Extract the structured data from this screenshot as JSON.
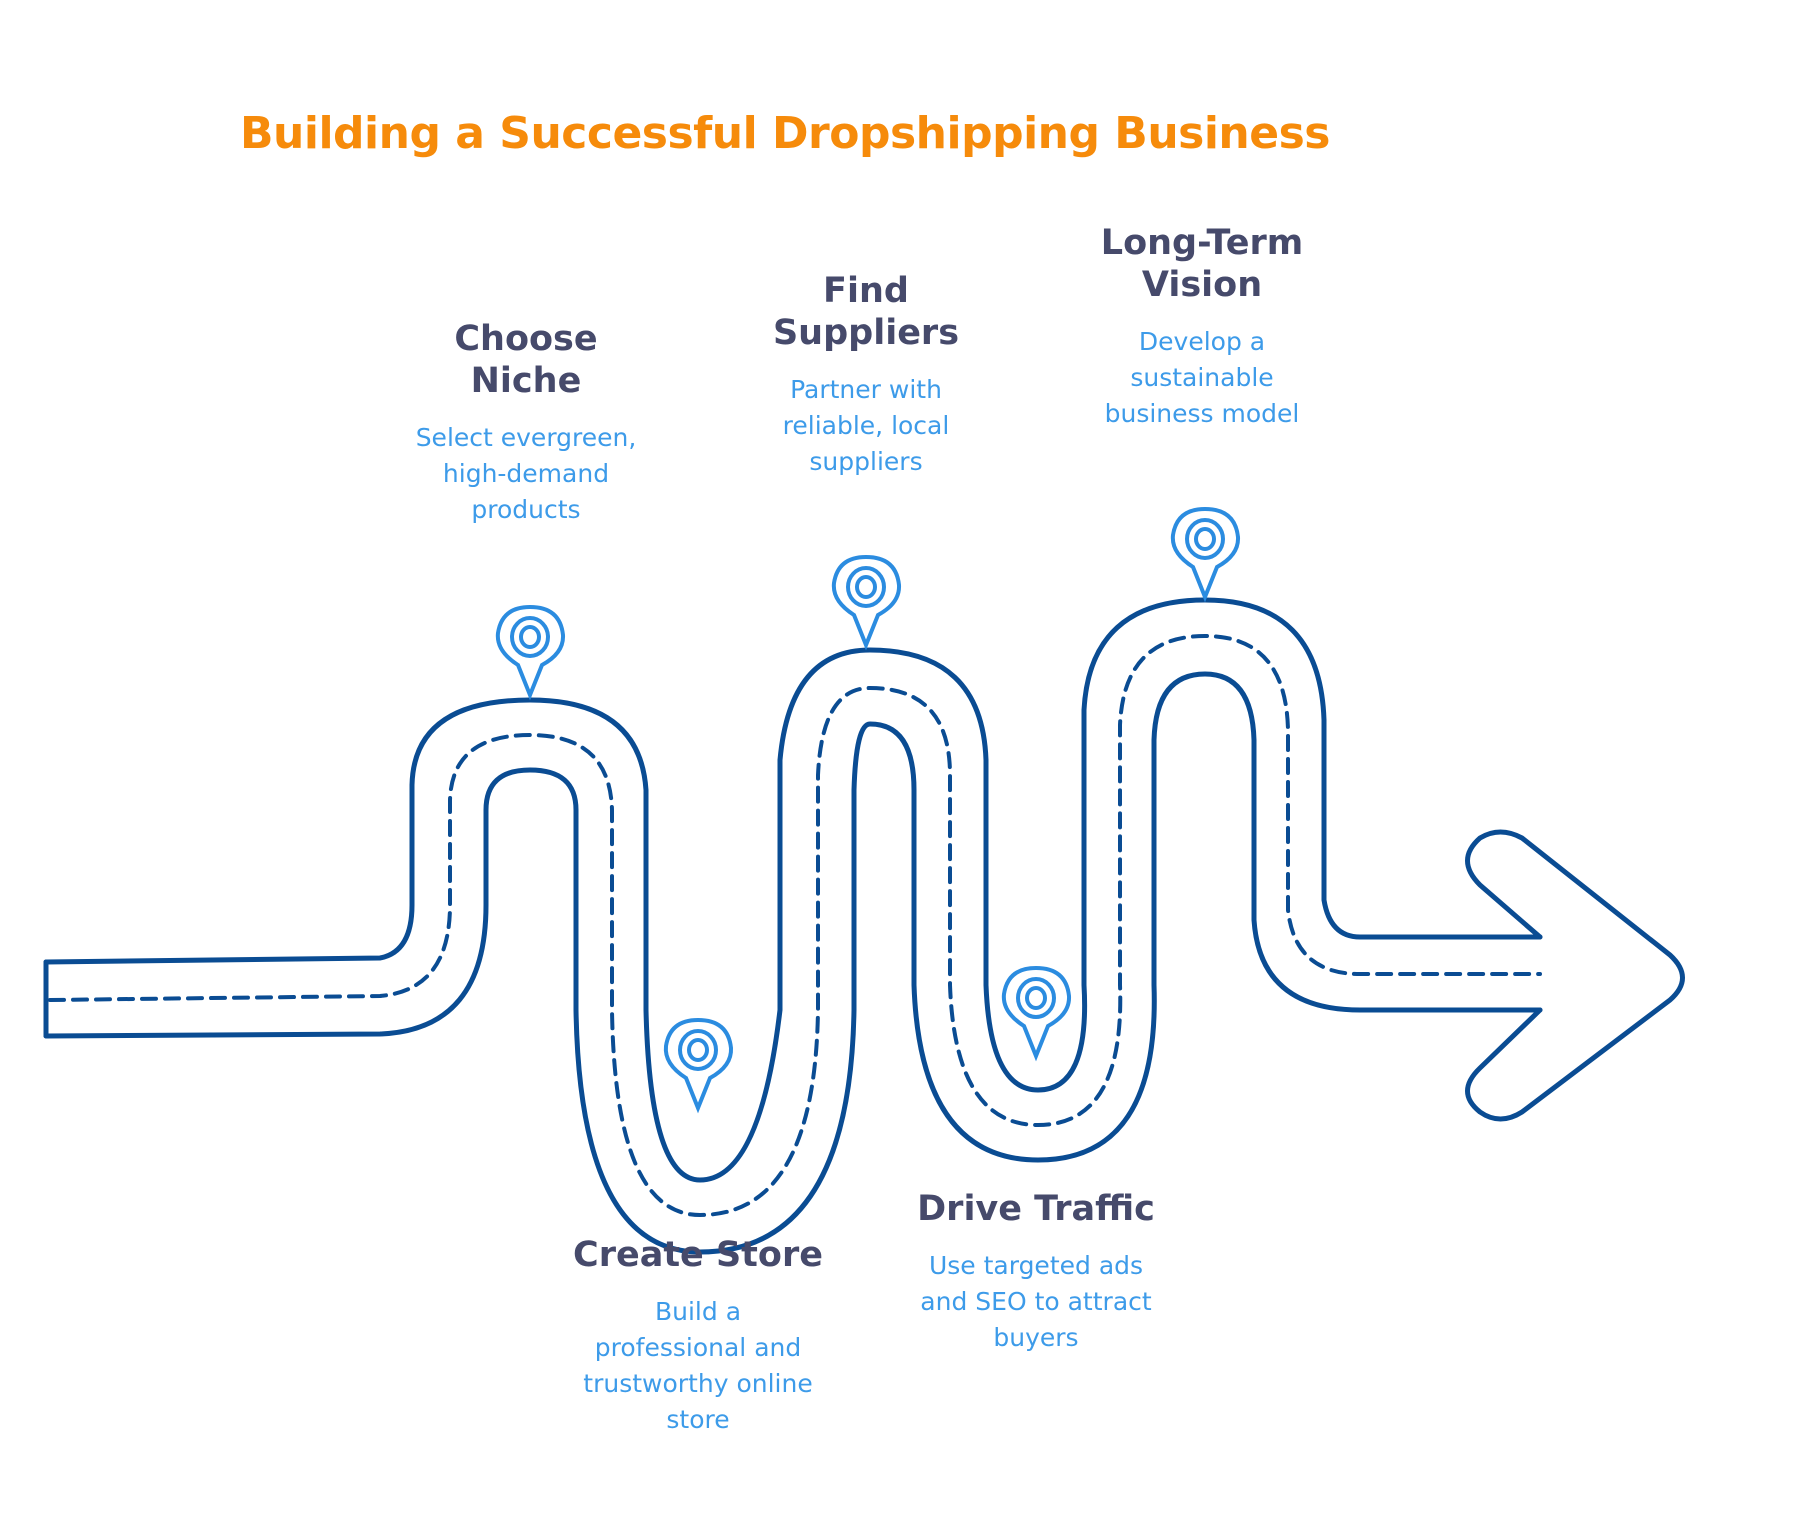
{
  "title": "Building a Successful Dropshipping Business",
  "colors": {
    "title": "#F68B0B",
    "heading": "#464A6B",
    "description": "#3D9BE9",
    "road": "#0A4C93",
    "pin": "#2B8CE0"
  },
  "steps": [
    {
      "title": "Choose\nNiche",
      "description": "Select evergreen,\nhigh-demand\nproducts",
      "icon": "map-pin-icon"
    },
    {
      "title": "Create Store",
      "description": "Build a\nprofessional and\ntrustworthy online\nstore",
      "icon": "map-pin-icon"
    },
    {
      "title": "Find\nSuppliers",
      "description": "Partner with\nreliable, local\nsuppliers",
      "icon": "map-pin-icon"
    },
    {
      "title": "Drive Traffic",
      "description": "Use targeted ads\nand SEO to attract\nbuyers",
      "icon": "map-pin-icon"
    },
    {
      "title": "Long-Term\nVision",
      "description": "Develop a\nsustainable\nbusiness model",
      "icon": "map-pin-icon"
    }
  ],
  "road_icon": "winding-road-arrow-icon"
}
